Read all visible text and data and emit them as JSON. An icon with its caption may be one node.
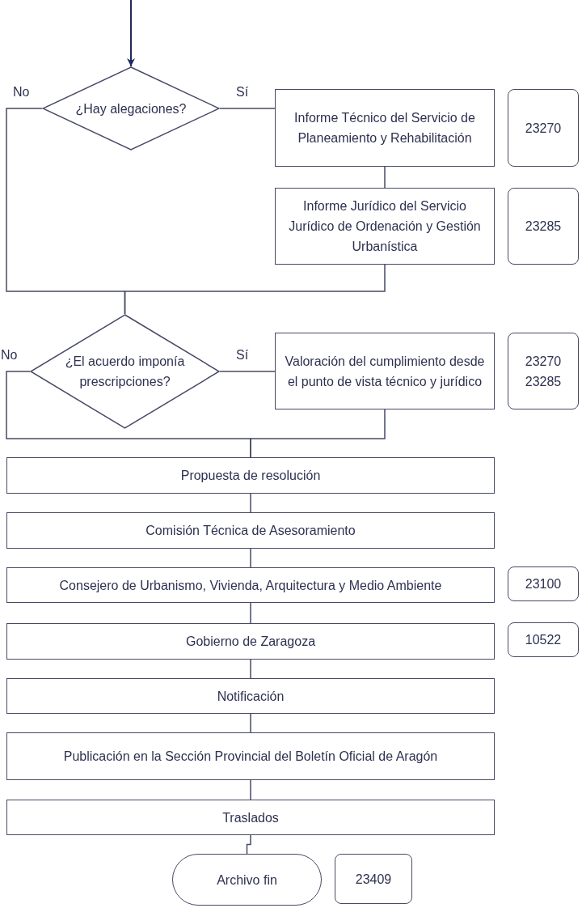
{
  "diagram": {
    "nodes": [
      {
        "text": [
          "¿Hay alegaciones?"
        ]
      },
      {
        "text": [
          "Informe Técnico del Servicio de Planeamiento y Rehabilitación"
        ]
      },
      {
        "text": [
          "23270"
        ]
      },
      {
        "text": [
          "Informe Jurídico del Servicio Jurídico de Ordenación y Gestión Urbanística"
        ]
      },
      {
        "text": [
          "23285"
        ]
      },
      {
        "text": [
          "¿El acuerdo imponía prescripciones?"
        ]
      },
      {
        "text": [
          "Valoración del cumplimiento desde el punto de vista técnico y jurídico"
        ]
      },
      {
        "text": [
          "23270",
          "23285"
        ]
      },
      {
        "text": [
          "Propuesta de resolución"
        ]
      },
      {
        "text": [
          "Comisión Técnica de Asesoramiento"
        ]
      },
      {
        "text": [
          "Consejero de Urbanismo, Vivienda, Arquitectura y Medio Ambiente"
        ]
      },
      {
        "text": [
          "23100"
        ]
      },
      {
        "text": [
          "Gobierno de Zaragoza"
        ]
      },
      {
        "text": [
          "10522"
        ]
      },
      {
        "text": [
          "Notificación"
        ]
      },
      {
        "text": [
          "Publicación en la Sección Provincial del Boletín Oficial de Aragón"
        ]
      },
      {
        "text": [
          "Traslados"
        ]
      },
      {
        "text": [
          "Archivo fin"
        ]
      },
      {
        "text": [
          "23409"
        ]
      }
    ],
    "edges": [
      {
        "from": null,
        "to": 0,
        "arrow": "to",
        "color": "#1f2a5a"
      },
      {
        "from": 0,
        "to": 1,
        "arrow": "none",
        "label": "Sí"
      },
      {
        "from": 1,
        "to": 3,
        "arrow": "none"
      },
      {
        "from": 0,
        "to": 5,
        "arrow": "none",
        "label": "No"
      },
      {
        "from": 3,
        "to": 5,
        "arrow": "none"
      },
      {
        "from": 5,
        "to": 6,
        "arrow": "none",
        "label": "Sí"
      },
      {
        "from": 5,
        "to": 8,
        "arrow": "none",
        "label": "No"
      },
      {
        "from": 6,
        "to": 8,
        "arrow": "none"
      },
      {
        "from": 8,
        "to": 9,
        "arrow": "none"
      },
      {
        "from": 9,
        "to": 10,
        "arrow": "none"
      },
      {
        "from": 10,
        "to": 12,
        "arrow": "none"
      },
      {
        "from": 12,
        "to": 14,
        "arrow": "none"
      },
      {
        "from": 14,
        "to": 15,
        "arrow": "none"
      },
      {
        "from": 15,
        "to": 16,
        "arrow": "none"
      },
      {
        "from": 16,
        "to": 17,
        "arrow": "none"
      }
    ]
  }
}
